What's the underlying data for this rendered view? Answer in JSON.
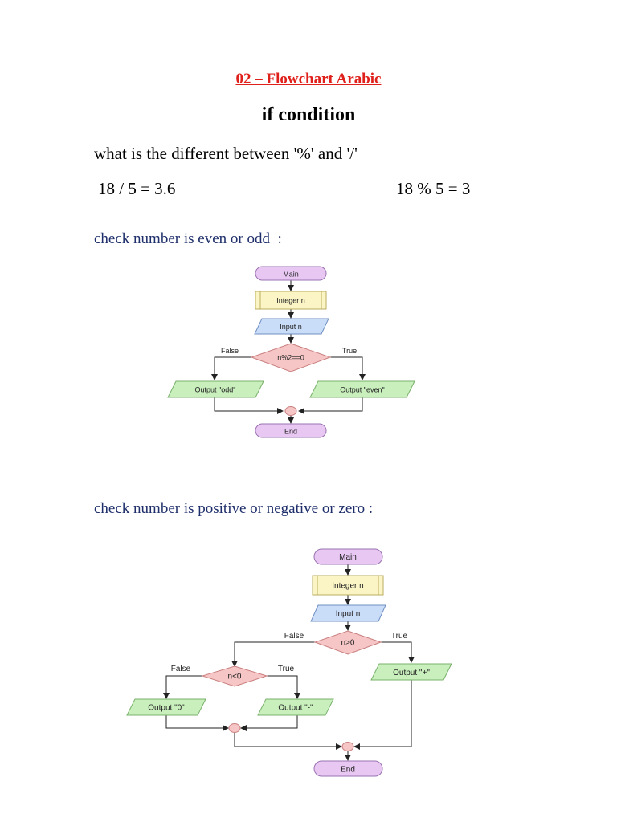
{
  "document": {
    "title": "02 – Flowchart Arabic",
    "subtitle": "if condition",
    "question": "what is the different between '%' and '/'",
    "examples": {
      "division": "18 / 5 = 3.6",
      "modulo": "18 % 5 = 3"
    }
  },
  "sections": [
    {
      "heading": "check number is even or odd  :",
      "flowchart": {
        "main": "Main",
        "declare": "Integer n",
        "input": "Input n",
        "condition": "n%2==0",
        "false_label": "False",
        "true_label": "True",
        "false_output": "Output \"odd\"",
        "true_output": "Output \"even\"",
        "end": "End"
      }
    },
    {
      "heading": "check number is positive or negative or zero :",
      "flowchart": {
        "main": "Main",
        "declare": "Integer n",
        "input": "Input n",
        "condition": "n>0",
        "false_label": "False",
        "true_label": "True",
        "true_output": "Output \"+\"",
        "nested_condition": "n<0",
        "nested_false_label": "False",
        "nested_true_label": "True",
        "nested_false_output": "Output \"0\"",
        "nested_true_output": "Output \"-\"",
        "end": "End"
      }
    }
  ],
  "colors": {
    "title": "#e0201b",
    "heading_text": "#1f2f6b",
    "terminal_fill": "#e8c8f3",
    "declare_fill": "#fbf5c6",
    "input_fill": "#c9dcf8",
    "decision_fill": "#f6c6c6",
    "output_fill": "#c9efbd"
  }
}
